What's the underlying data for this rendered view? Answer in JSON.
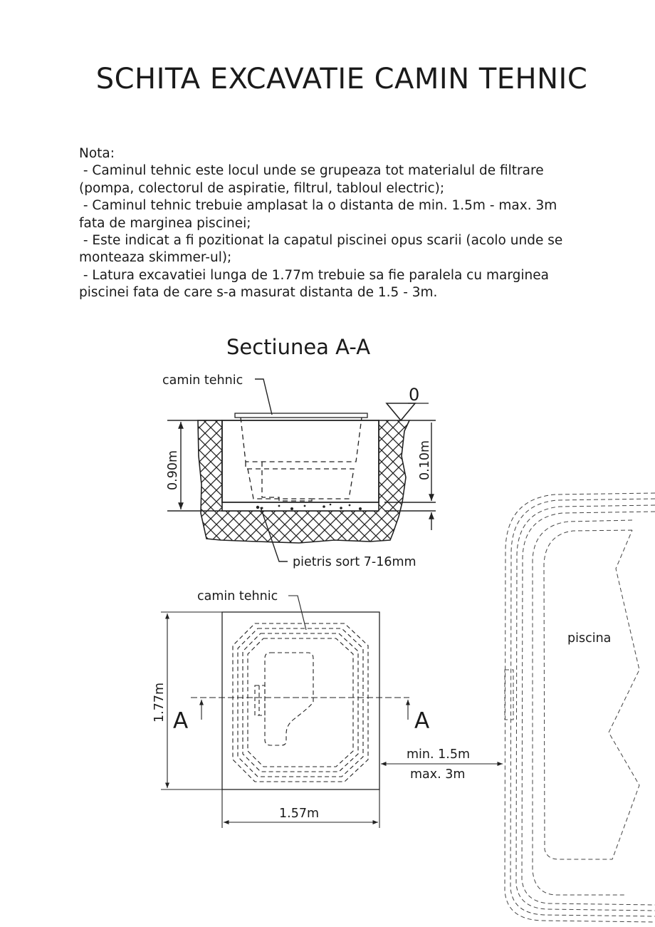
{
  "title": "SCHITA EXCAVATIE CAMIN TEHNIC",
  "note": {
    "heading": "Nota:",
    "lines": [
      " - Caminul tehnic este locul unde se grupeaza tot materialul de filtrare",
      "(pompa, colectorul de aspiratie, filtrul, tabloul electric);",
      " - Caminul tehnic trebuie amplasat la o distanta de min. 1.5m - max. 3m",
      "fata de marginea piscinei;",
      " - Este indicat a fi pozitionat la capatul piscinei opus scarii (acolo unde se",
      "monteaza skimmer-ul);",
      " - Latura excavatiei lunga de 1.77m trebuie sa fie paralela cu marginea",
      "piscinei fata de care s-a masurat distanta de 1.5 - 3m."
    ]
  },
  "section": {
    "title": "Sectiunea A-A",
    "label_camin": "camin tehnic",
    "level_zero": "0",
    "depth": "0.90m",
    "gravel_depth": "0.10m",
    "label_gravel": "pietris sort 7-16mm"
  },
  "plan": {
    "label_camin": "camin tehnic",
    "length": "1.77m",
    "width": "1.57m",
    "section_marker_left": "A",
    "section_marker_right": "A",
    "distance_min": "min. 1.5m",
    "distance_max": "max. 3m",
    "label_pool": "piscina"
  }
}
